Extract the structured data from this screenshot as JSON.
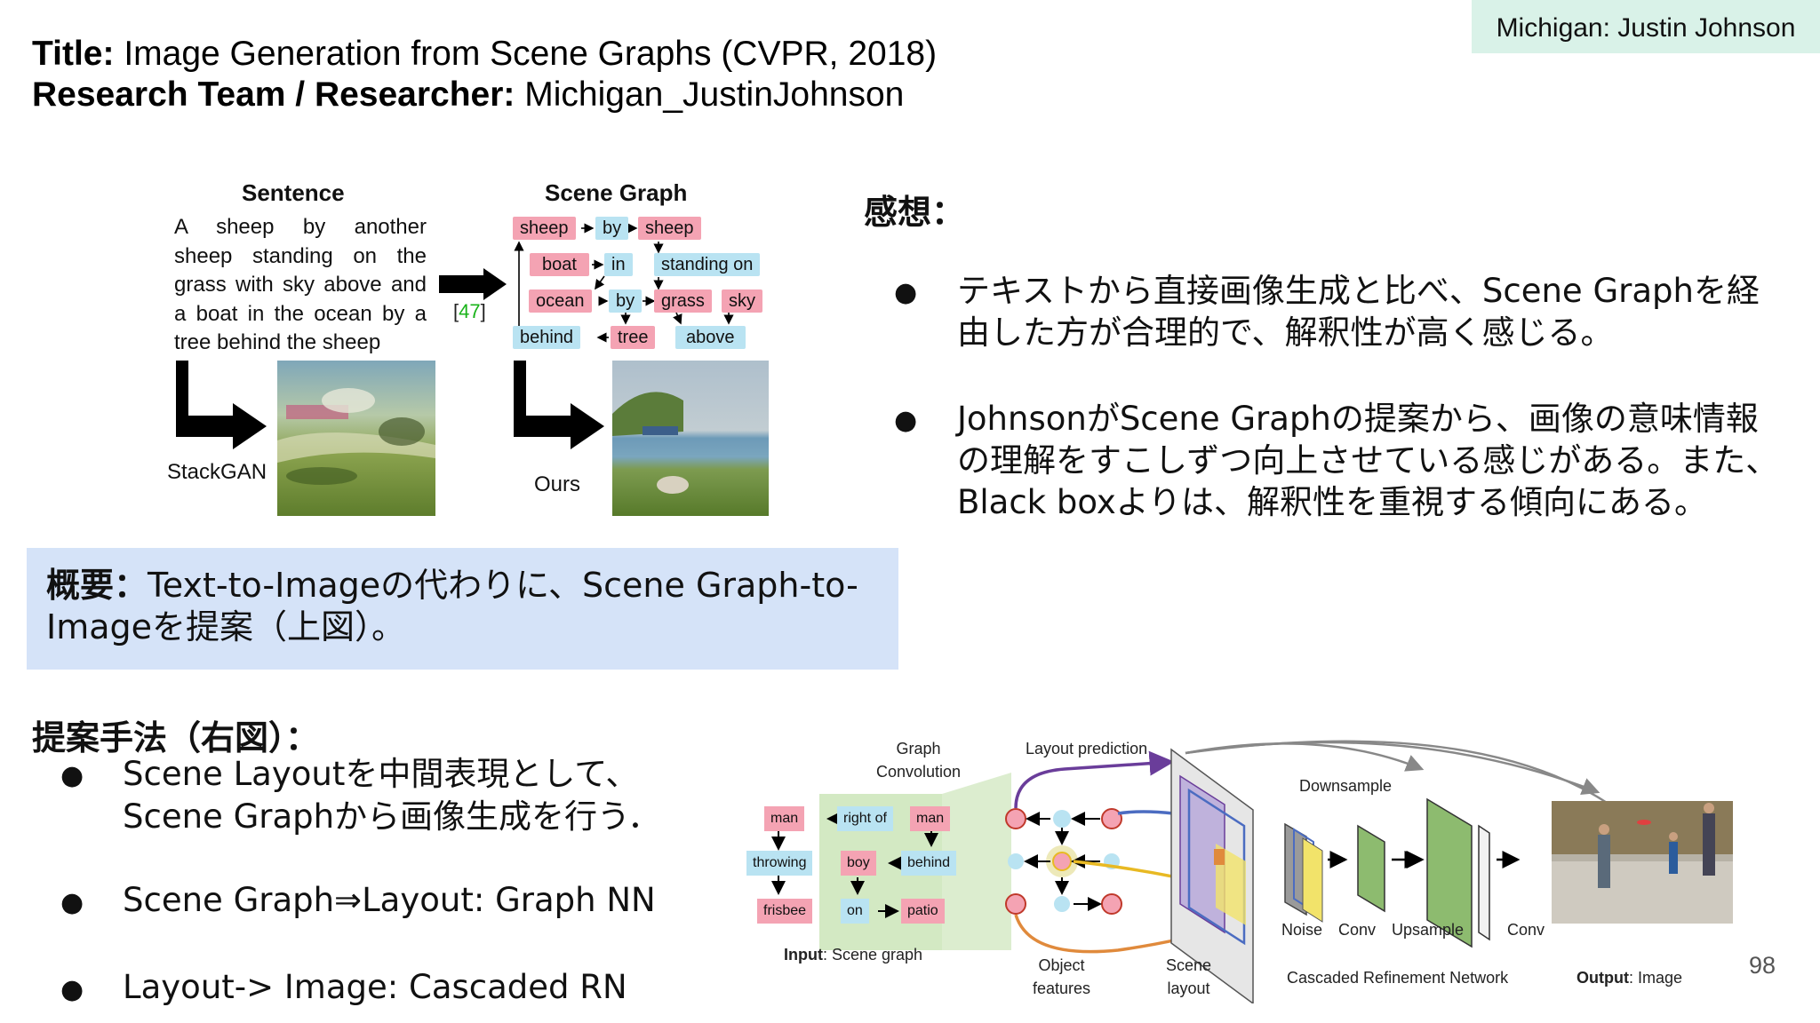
{
  "header": {
    "corner_tag": "Michigan: Justin Johnson",
    "title_label": "Title:",
    "title_value": "Image Generation from Scene Graphs (CVPR, 2018)",
    "team_label": "Research Team / Researcher:",
    "team_value": "Michigan_JustinJohnson"
  },
  "figure_top": {
    "sentence_heading": "Sentence",
    "sentence_lines": [
      "A sheep by another",
      "sheep standing on the",
      "grass with sky above and",
      "a boat in the ocean by a",
      "tree behind the sheep"
    ],
    "scene_graph_heading": "Scene Graph",
    "nodes": {
      "sheep1": "sheep",
      "by1": "by",
      "sheep2": "sheep",
      "boat": "boat",
      "in": "in",
      "standing_on": "standing on",
      "ocean": "ocean",
      "by2": "by",
      "grass": "grass",
      "sky": "sky",
      "behind": "behind",
      "tree": "tree",
      "above": "above"
    },
    "citation_open": "[",
    "citation_num": "47",
    "citation_close": "]",
    "caption_left": "StackGAN",
    "caption_right": "Ours"
  },
  "summary": {
    "label": "概要：",
    "text": "Text-to-Imageの代わりに、Scene Graph-to-Imageを提案（上図）。"
  },
  "impressions": {
    "heading": "感想：",
    "bullets": [
      "テキストから直接画像生成と比べ、Scene Graphを経由した方が合理的で、解釈性が高く感じる。",
      "JohnsonがScene Graphの提案から、画像の意味情報の理解をすこしずつ向上させている感じがある。また、Black boxよりは、解釈性を重視する傾向にある。"
    ]
  },
  "method": {
    "heading": "提案手法（右図）：",
    "bullets": [
      [
        "Scene Layoutを中間表現として、",
        "Scene Graphから画像生成を行う．"
      ],
      [
        "Scene Graph⇒Layout: Graph NN"
      ],
      [
        "Layout-> Image: Cascaded RN"
      ]
    ]
  },
  "architecture": {
    "graph_conv": [
      "Graph",
      "Convolution"
    ],
    "layout_prediction": "Layout prediction",
    "downsample": "Downsample",
    "nodes": {
      "man1": "man",
      "right_of": "right of",
      "man2": "man",
      "throwing": "throwing",
      "boy": "boy",
      "behind": "behind",
      "frisbee": "frisbee",
      "on": "on",
      "patio": "patio"
    },
    "input_bold": "Input",
    "input_rest": ": Scene graph",
    "object_features": [
      "Object",
      "features"
    ],
    "scene_layout": [
      "Scene",
      "layout"
    ],
    "noise": "Noise",
    "conv1": "Conv",
    "upsample": "Upsample",
    "conv2": "Conv",
    "crn": "Cascaded Refinement Network",
    "output_bold": "Output",
    "output_rest": ": Image"
  },
  "page_number": "98",
  "colors": {
    "object_node": "#f4a3b3",
    "relation_node": "#b9e3f2",
    "summary_bg": "#d5e3f8",
    "tag_bg": "#d9f2e8",
    "citation": "#19b319"
  }
}
